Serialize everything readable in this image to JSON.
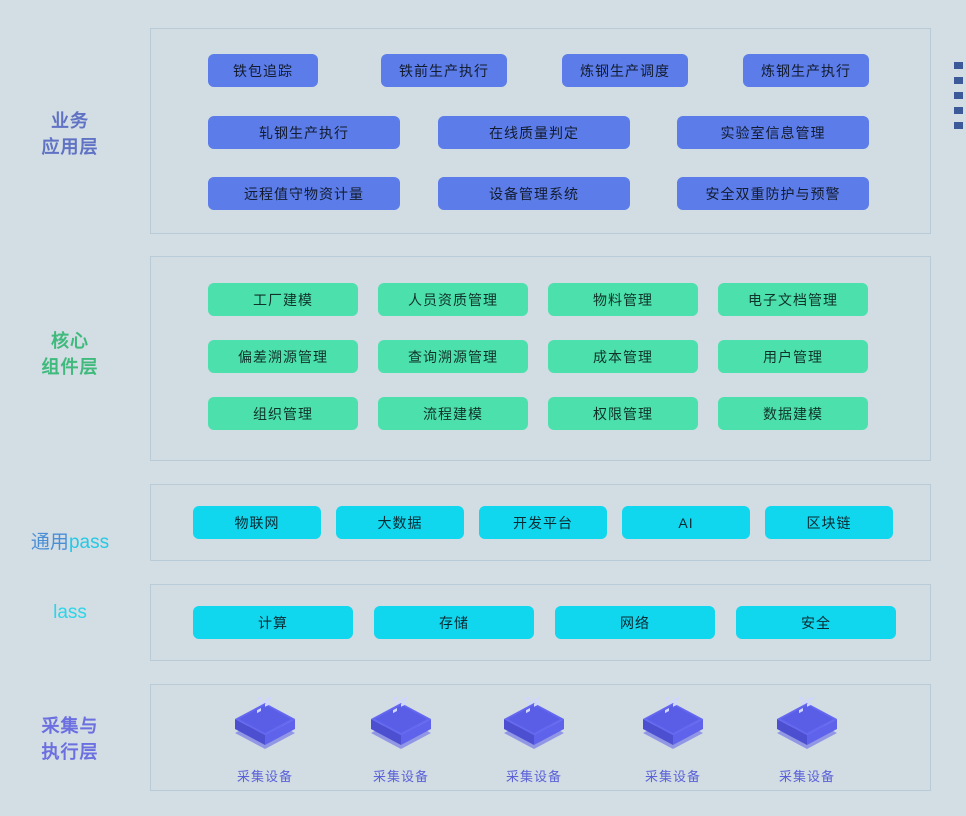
{
  "page": {
    "background": "#d3dde4",
    "panel_background": "#d2dce3",
    "panel_border": "#b9cbd6"
  },
  "layers": [
    {
      "id": "business-application",
      "label": "业务\n应用层",
      "label_color": "#5f72c4",
      "chip_color": "#5b7ce9",
      "chip_class": "blue",
      "rows": [
        [
          "铁包追踪",
          "铁前生产执行",
          "炼钢生产调度",
          "炼钢生产执行"
        ],
        [
          "轧钢生产执行",
          "在线质量判定",
          "实验室信息管理"
        ],
        [
          "远程值守物资计量",
          "设备管理系统",
          "安全双重防护与预警"
        ]
      ]
    },
    {
      "id": "core-component",
      "label": "核心\n组件层",
      "label_color": "#3fba7c",
      "chip_color": "#4ce0ac",
      "chip_class": "green",
      "rows": [
        [
          "工厂建模",
          "人员资质管理",
          "物料管理",
          "电子文档管理"
        ],
        [
          "偏差溯源管理",
          "查询溯源管理",
          "成本管理",
          "用户管理"
        ],
        [
          "组织管理",
          "流程建模",
          "权限管理",
          "数据建模"
        ]
      ]
    },
    {
      "id": "general-paas",
      "label": "通用pass",
      "label_color": "#25c9e4",
      "label_prefix": "通用",
      "label_prefix_color": "#4a8fd6",
      "label_suffix": "pass",
      "chip_color": "#10d6ee",
      "chip_class": "cyan",
      "rows": [
        [
          "物联网",
          "大数据",
          "开发平台",
          "AI",
          "区块链"
        ]
      ]
    },
    {
      "id": "iaas",
      "label": "lass",
      "label_color": "#2ad6e8",
      "chip_color": "#10d6ee",
      "chip_class": "cyan",
      "rows": [
        [
          "计算",
          "存储",
          "网络",
          "安全"
        ]
      ]
    },
    {
      "id": "collection-execution",
      "label": "采集与\n执行层",
      "label_color": "#6b6fe0",
      "devices": [
        {
          "label": "采集设备",
          "glyph": "采"
        },
        {
          "label": "采集设备",
          "glyph": "采"
        },
        {
          "label": "采集设备",
          "glyph": "采"
        },
        {
          "label": "采集设备",
          "glyph": "采"
        },
        {
          "label": "采集设备",
          "glyph": "采"
        }
      ]
    }
  ],
  "edge_marker": {
    "name": "right-edge-markers",
    "color": "#3c5a9a",
    "count": 5
  }
}
